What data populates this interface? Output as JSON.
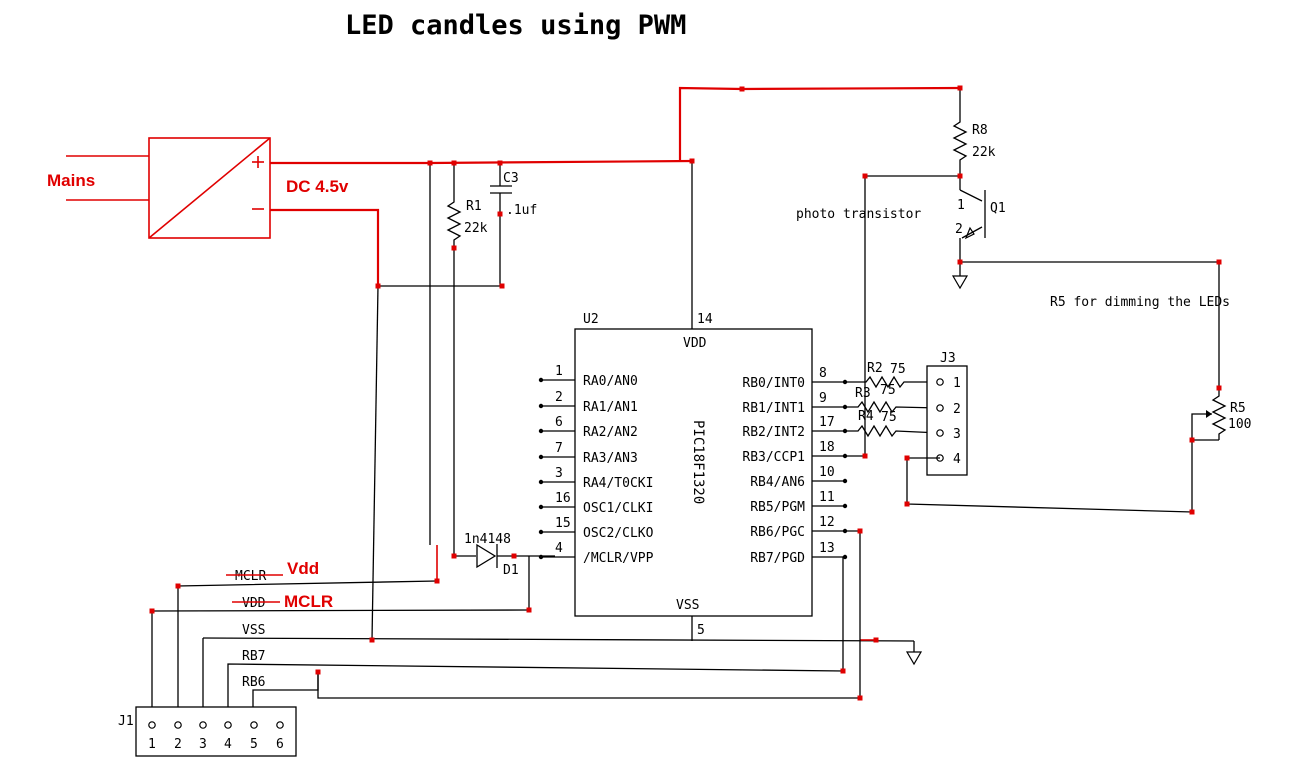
{
  "title": "LED candles using PWM",
  "colors": {
    "wire": "#000000",
    "highlight": "#e00000",
    "background": "#ffffff"
  },
  "annotations": {
    "mains": "Mains",
    "dc": "DC 4.5v",
    "vdd": "Vdd",
    "mclr": "MCLR",
    "photo": "photo transistor",
    "r5_note": "R5 for dimming the LEDs"
  },
  "components": {
    "u2": {
      "ref": "U2",
      "part": "PIC18F1320",
      "vdd": "VDD",
      "vss": "VSS",
      "vdd_pin": "14",
      "vss_pin": "5"
    },
    "r1": {
      "ref": "R1",
      "value": "22k"
    },
    "r8": {
      "ref": "R8",
      "value": "22k"
    },
    "r2": {
      "ref": "R2",
      "value": "75"
    },
    "r3": {
      "ref": "R3",
      "value": "75"
    },
    "r4": {
      "ref": "R4",
      "value": "75"
    },
    "r5": {
      "ref": "R5",
      "value": "100"
    },
    "c3": {
      "ref": "C3",
      "value": ".1uf"
    },
    "d1": {
      "ref": "D1",
      "value": "1n4148"
    },
    "q1": {
      "ref": "Q1",
      "pin1": "1",
      "pin2": "2"
    },
    "j1": {
      "ref": "J1",
      "pins": [
        "1",
        "2",
        "3",
        "4",
        "5",
        "6"
      ]
    },
    "j3": {
      "ref": "J3",
      "pins": [
        "1",
        "2",
        "3",
        "4"
      ]
    }
  },
  "u2_left_pins": [
    {
      "num": "1",
      "name": "RA0/AN0"
    },
    {
      "num": "2",
      "name": "RA1/AN1"
    },
    {
      "num": "6",
      "name": "RA2/AN2"
    },
    {
      "num": "7",
      "name": "RA3/AN3"
    },
    {
      "num": "3",
      "name": "RA4/T0CKI"
    },
    {
      "num": "16",
      "name": "OSC1/CLKI"
    },
    {
      "num": "15",
      "name": "OSC2/CLKO"
    },
    {
      "num": "4",
      "name": "/MCLR/VPP"
    }
  ],
  "u2_right_pins": [
    {
      "num": "8",
      "name": "RB0/INT0"
    },
    {
      "num": "9",
      "name": "RB1/INT1"
    },
    {
      "num": "17",
      "name": "RB2/INT2"
    },
    {
      "num": "18",
      "name": "RB3/CCP1"
    },
    {
      "num": "10",
      "name": "RB4/AN6"
    },
    {
      "num": "11",
      "name": "RB5/PGM"
    },
    {
      "num": "12",
      "name": "RB6/PGC"
    },
    {
      "num": "13",
      "name": "RB7/PGD"
    }
  ],
  "net_labels": {
    "mclr": "MCLR",
    "vdd": "VDD",
    "vss": "VSS",
    "rb7": "RB7",
    "rb6": "RB6"
  }
}
